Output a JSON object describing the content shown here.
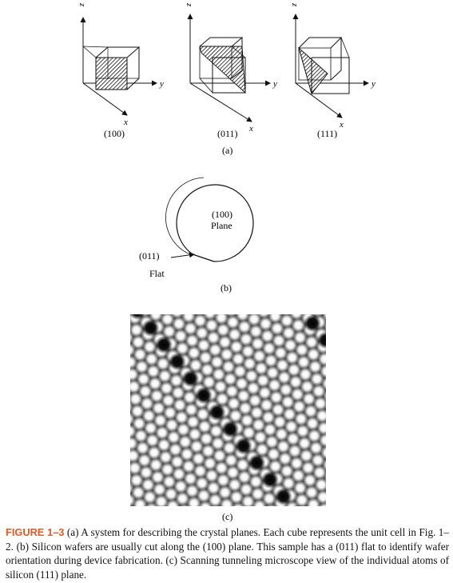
{
  "panel_a": {
    "axis_z": "z",
    "axis_y": "y",
    "axis_x": "x",
    "cubes": [
      {
        "label": "(100)"
      },
      {
        "label": "(011)"
      },
      {
        "label": "(111)"
      }
    ],
    "panel_label": "(a)"
  },
  "panel_b": {
    "plane_line1": "(100)",
    "plane_line2": "Plane",
    "flat_line1": "(011)",
    "flat_line2": "Flat",
    "panel_label": "(b)"
  },
  "panel_c": {
    "panel_label": "(c)"
  },
  "caption": {
    "label": "FIGURE 1–3",
    "text": " (a) A system for describing the crystal planes. Each cube represents the unit cell in Fig. 1–2. (b) Silicon wafers are usually cut along the (100) plane. This sample has a (011) flat to identify wafer orientation during device fabrication. (c) Scanning tunneling microscope view of the individual atoms of silicon (111) plane."
  }
}
